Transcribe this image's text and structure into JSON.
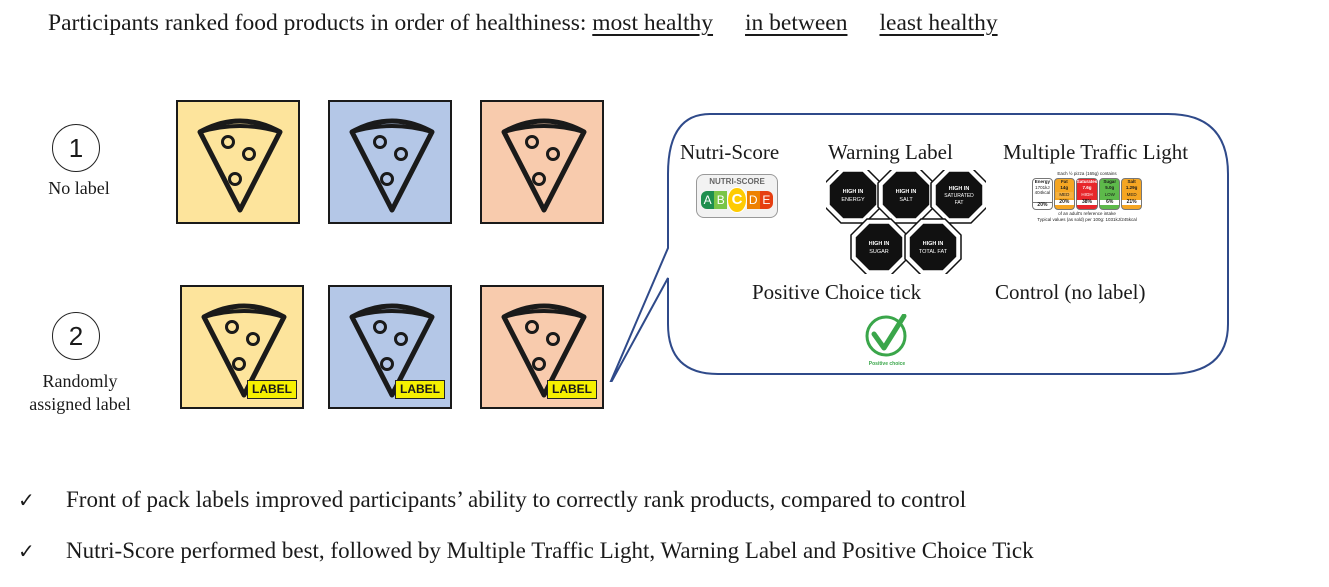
{
  "header": {
    "intro": "Participants ranked food products in order of healthiness:",
    "rank_labels": [
      "most healthy",
      "in between",
      "least healthy"
    ]
  },
  "conditions": [
    {
      "number": "1",
      "label_lines": [
        "No label"
      ]
    },
    {
      "number": "2",
      "label_lines": [
        "Randomly",
        "assigned label"
      ]
    }
  ],
  "cards": {
    "colors": [
      "#fde49c",
      "#b4c7e7",
      "#f8cbad"
    ],
    "label_tag_text": "LABEL",
    "label_tag_color": "#f5ef00"
  },
  "label_options": {
    "titles": [
      "Nutri-Score",
      "Warning Label",
      "Multiple Traffic Light",
      "Positive Choice tick",
      "Control (no label)"
    ],
    "nutriscore": {
      "heading": "NUTRI-SCORE",
      "letters": [
        "A",
        "B",
        "C",
        "D",
        "E"
      ],
      "colors": [
        "#1e8f4e",
        "#7ac547",
        "#fecb02",
        "#ee8100",
        "#e63e11"
      ],
      "selected": "C"
    },
    "warning_octagons": [
      [
        "HIGH IN",
        "ENERGY"
      ],
      [
        "HIGH IN",
        "SALT"
      ],
      [
        "HIGH IN",
        "SATURATED",
        "FAT"
      ],
      [
        "HIGH IN",
        "SUGAR"
      ],
      [
        "HIGH IN",
        "TOTAL FAT"
      ]
    ],
    "traffic_light": {
      "top_note": "Each ½ pizza (165g) contains",
      "energy": {
        "name": "Energy",
        "lines": [
          "1701kJ",
          "404kcal"
        ],
        "percent": "20%"
      },
      "cells": [
        {
          "name": "Fat",
          "amount": "14g",
          "level": "MED",
          "percent": "20%",
          "color": "#f5a623"
        },
        {
          "name": "Saturates",
          "amount": "7.6g",
          "level": "HIGH",
          "percent": "38%",
          "color": "#e8262b"
        },
        {
          "name": "Sugar",
          "amount": "5.0g",
          "level": "LOW",
          "percent": "6%",
          "color": "#5db94a"
        },
        {
          "name": "Salt",
          "amount": "1.29g",
          "level": "MED",
          "percent": "21%",
          "color": "#f5a623"
        }
      ],
      "bottom_note_1": "of an adult's reference intake",
      "bottom_note_2": "Typical values (as sold) per 100g: 1031kJ/245kcal"
    },
    "positive_choice": {
      "caption": "Positive choice",
      "color": "#3aa64a"
    }
  },
  "findings": [
    {
      "tick": "✓",
      "text": "Front of pack labels improved participants’ ability to correctly rank products,  compared to control"
    },
    {
      "tick": "✓",
      "text": "Nutri-Score performed best, followed by Multiple Traffic Light, Warning Label and  Positive Choice Tick"
    }
  ]
}
